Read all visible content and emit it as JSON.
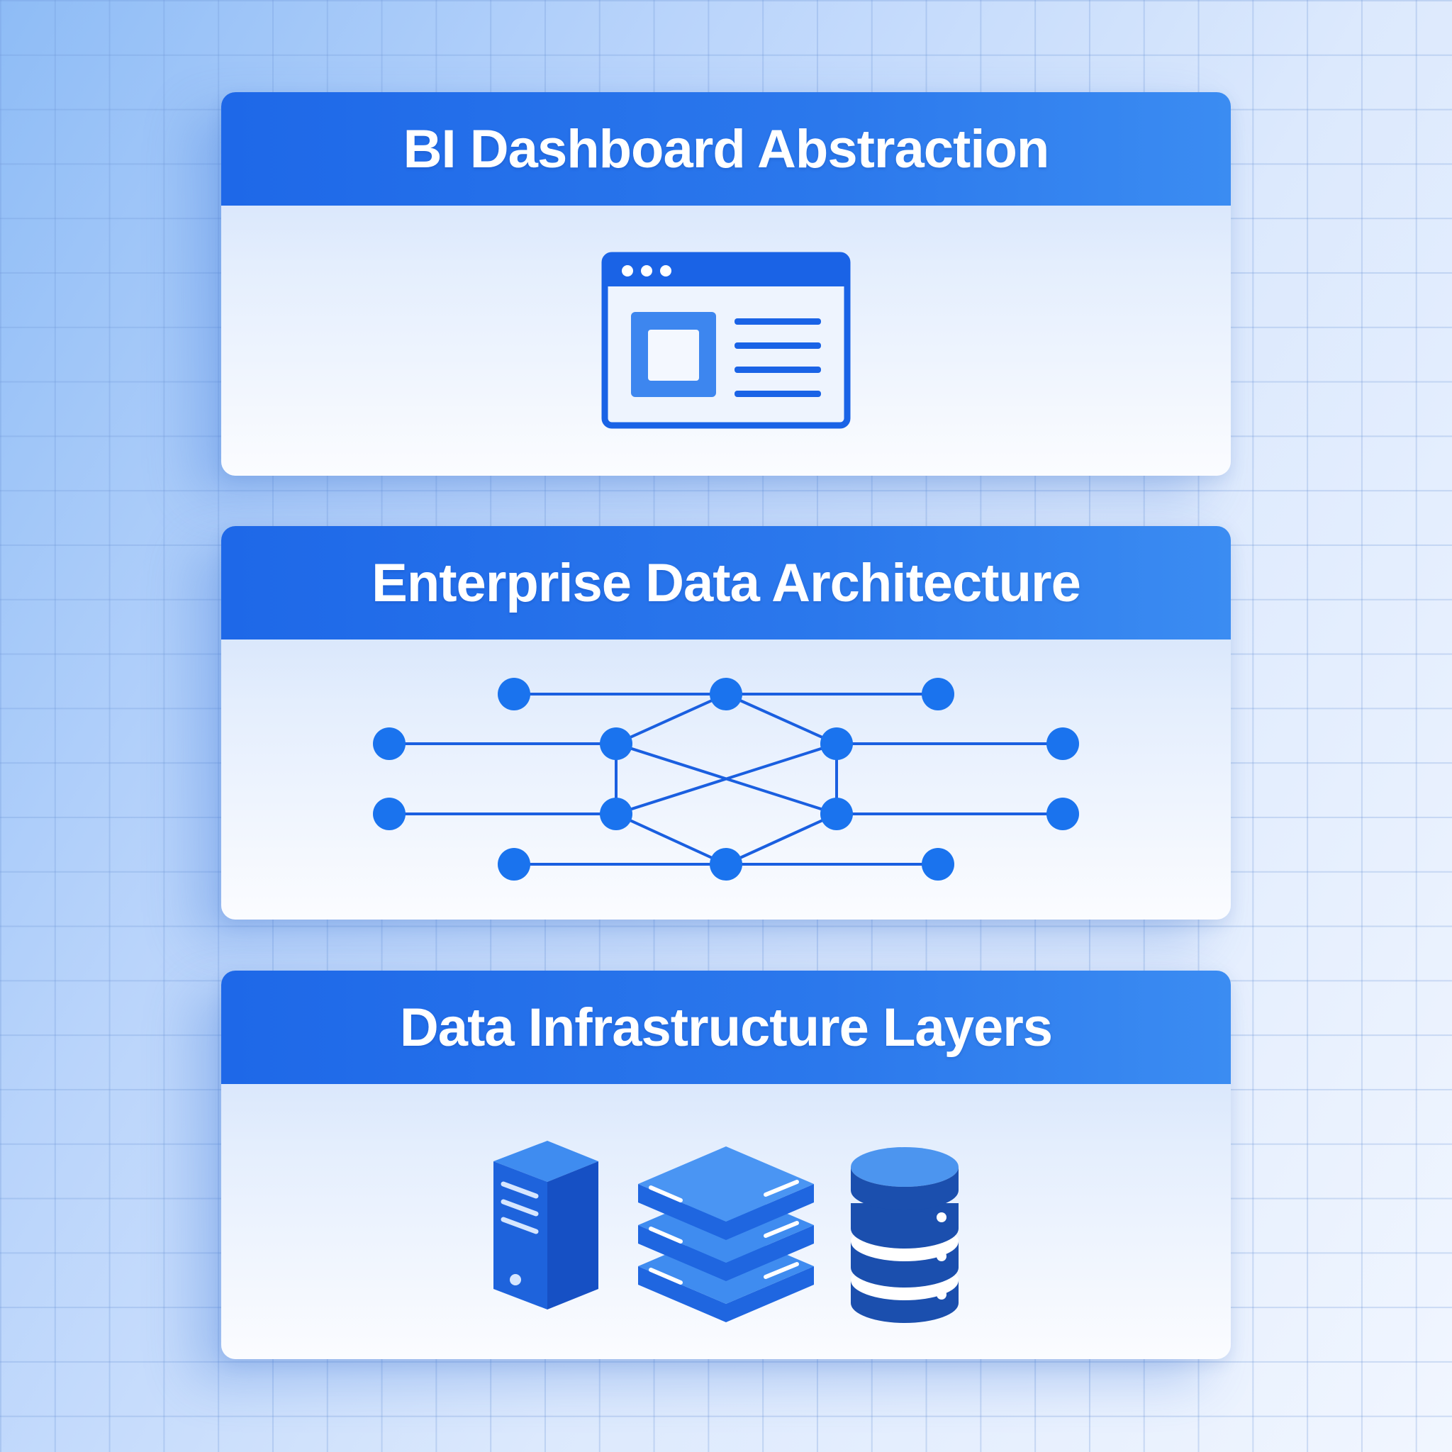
{
  "panels": [
    {
      "title": "BI Dashboard Abstraction",
      "icon": "dashboard-window-icon"
    },
    {
      "title": "Enterprise Data Architecture",
      "icon": "network-graph-icon"
    },
    {
      "title": "Data Infrastructure Layers",
      "icon": "server-storage-database-icons"
    }
  ],
  "colors": {
    "header_blue": "#1e68e8",
    "icon_blue": "#1a63e6",
    "node_blue": "#1a73ee",
    "database_navy": "#1b4fae"
  }
}
